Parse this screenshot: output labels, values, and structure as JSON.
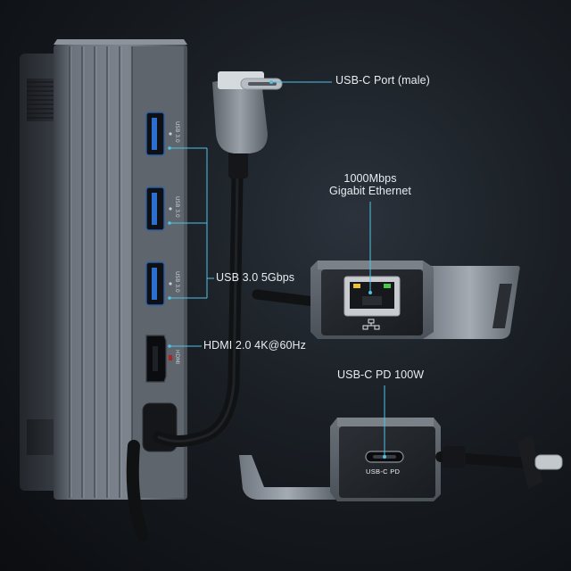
{
  "labels": {
    "usbc_male": "USB-C Port (male)",
    "ethernet_line1": "1000Mbps",
    "ethernet_line2": "Gigabit Ethernet",
    "usb30": "USB 3.0 5Gbps",
    "hdmi": "HDMI 2.0 4K@60Hz",
    "usbc_pd": "USB-C PD 100W"
  },
  "port_prints": {
    "usb_a_1": "USB 3.0",
    "usb_a_2": "USB 3.0",
    "usb_a_3": "USB 3.0",
    "hdmi": "HDMI",
    "usbc_pd": "USB-C  PD"
  },
  "colors": {
    "callout_line": "#4fc3e6",
    "background": "#15191e",
    "hub_body": "#5a616a",
    "cable": "#15171a"
  }
}
